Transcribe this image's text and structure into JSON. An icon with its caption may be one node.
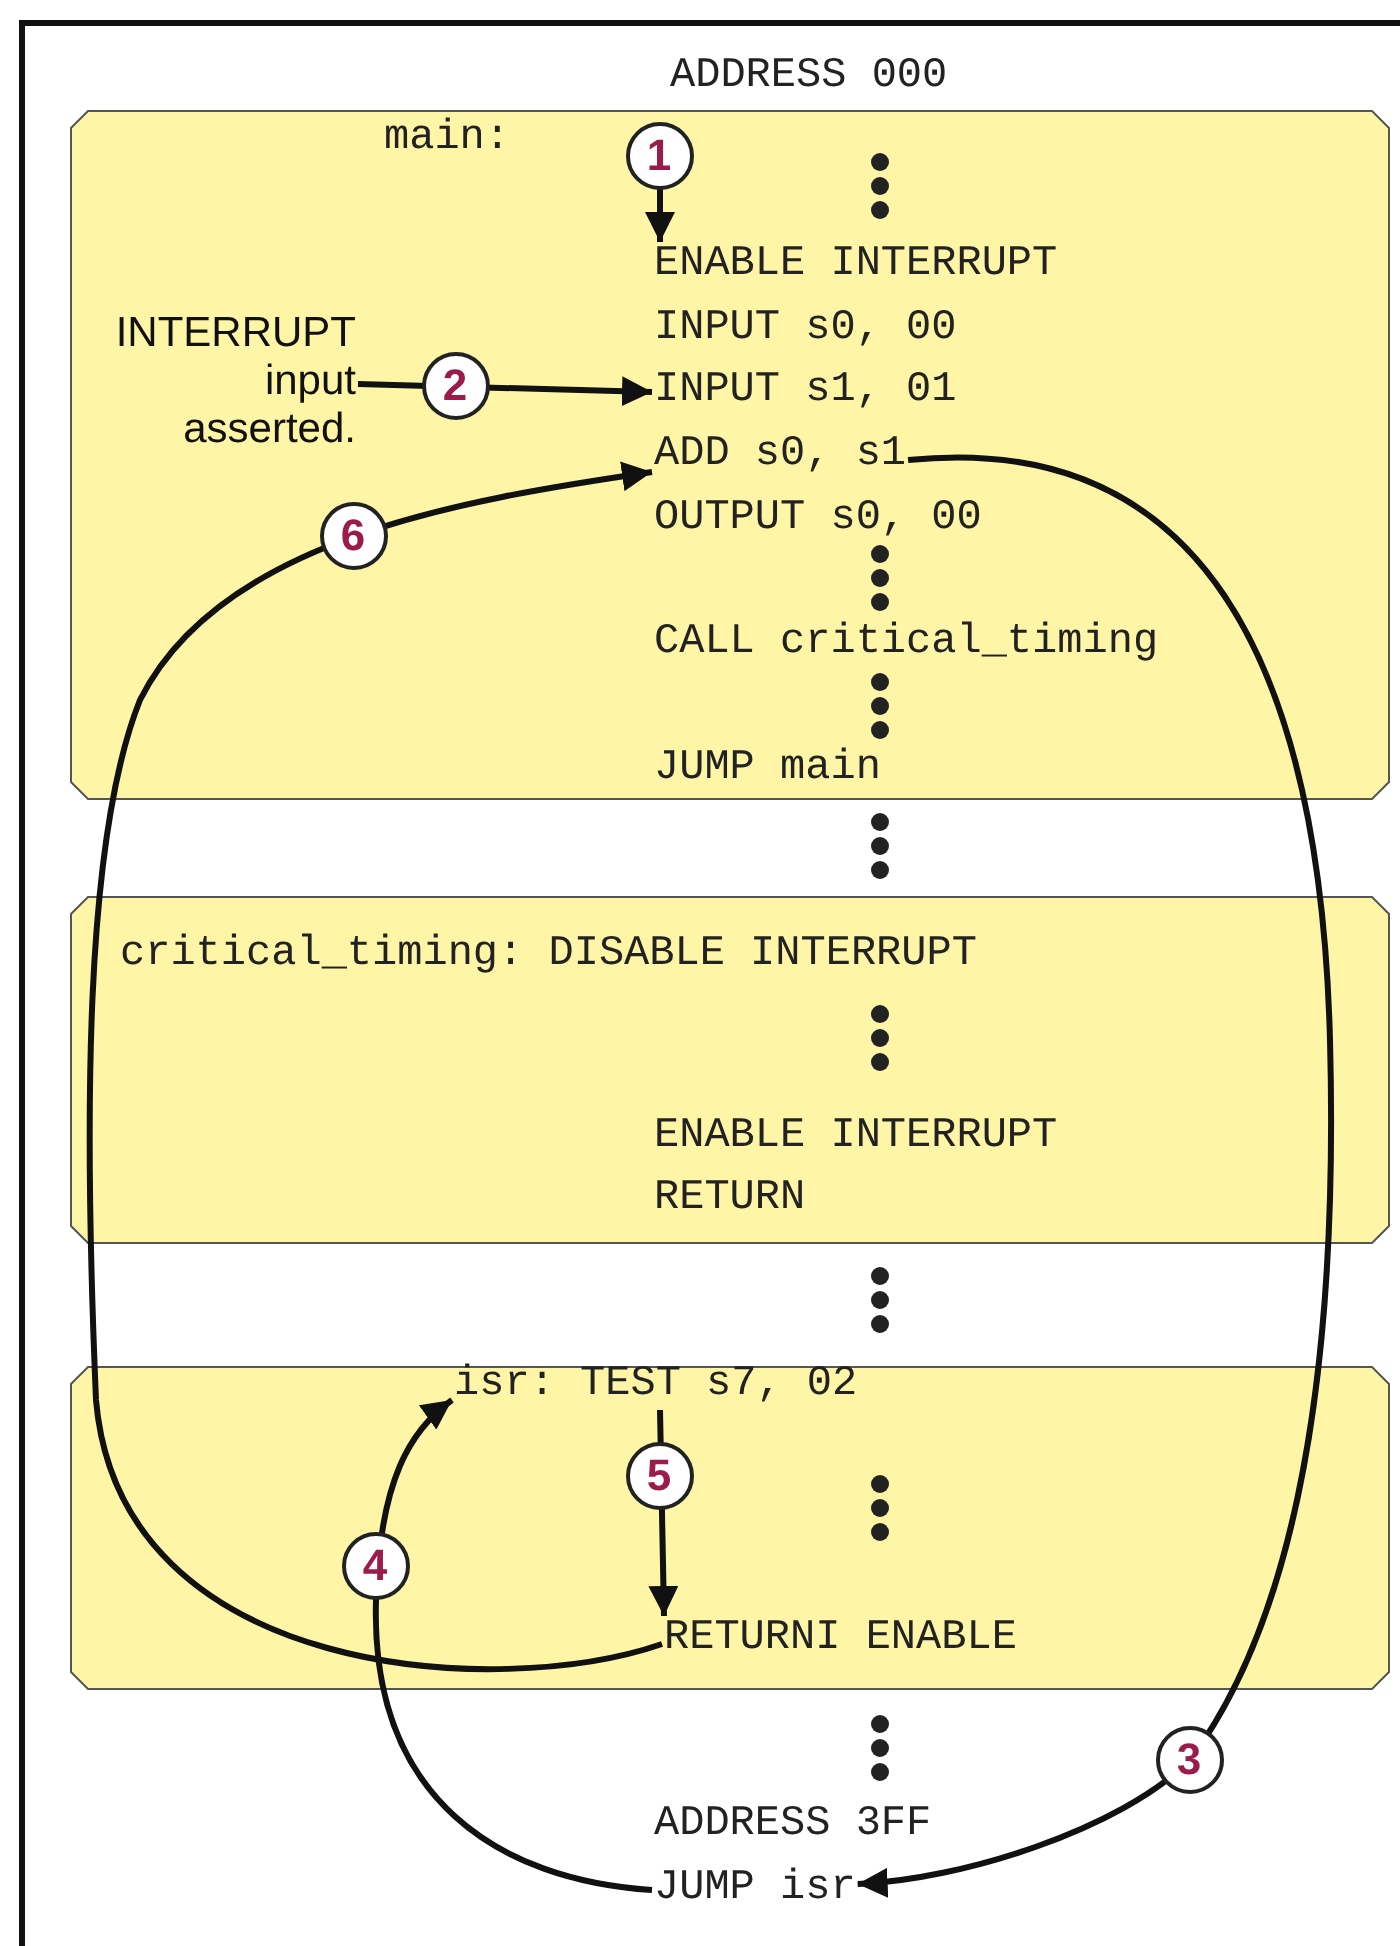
{
  "diagram": {
    "nodes": [
      {
        "text": [],
        "shape": "box"
      },
      {
        "text": [
          "main:"
        ],
        "in": 0
      },
      {
        "text": [
          "ENABLE INTERRUPT"
        ],
        "in": 0
      },
      {
        "text": [
          "INPUT s0, 00"
        ],
        "in": 0
      },
      {
        "text": [
          "INPUT s1, 01"
        ],
        "in": 0
      },
      {
        "text": [
          "ADD s0, s1"
        ],
        "in": 0
      },
      {
        "text": [
          "OUTPUT s0, 00"
        ],
        "in": 0
      },
      {
        "text": [
          "CALL critical_timing"
        ],
        "in": 0
      },
      {
        "text": [
          "JUMP main"
        ],
        "in": 0
      },
      {
        "text": [
          "INTERRUPT input asserted."
        ],
        "in": 0
      },
      {
        "text": [],
        "shape": "box"
      },
      {
        "text": [
          "critical_timing: DISABLE INTERRUPT"
        ],
        "in": 10
      },
      {
        "text": [
          "ENABLE INTERRUPT"
        ],
        "in": 10
      },
      {
        "text": [
          "RETURN"
        ],
        "in": 10
      },
      {
        "text": [],
        "shape": "box"
      },
      {
        "text": [
          "isr: TEST s7, 02"
        ],
        "in": 14
      },
      {
        "text": [
          "RETURNI ENABLE"
        ],
        "in": 14
      },
      {
        "text": [
          "JUMP isr"
        ]
      }
    ],
    "edges": [
      {
        "from": null,
        "to": 2,
        "arrow": "to",
        "label": "1"
      },
      {
        "from": 9,
        "to": 4,
        "arrow": "to",
        "label": "2"
      },
      {
        "from": 5,
        "to": 17,
        "arrow": "to",
        "label": "3"
      },
      {
        "from": 17,
        "to": 15,
        "arrow": "to",
        "label": "4"
      },
      {
        "from": 15,
        "to": 16,
        "arrow": "to",
        "label": "5"
      },
      {
        "from": 16,
        "to": 5,
        "arrow": "to",
        "label": "6"
      }
    ],
    "labels": [
      "ADDRESS 000",
      "ADDRESS 3FF"
    ]
  }
}
